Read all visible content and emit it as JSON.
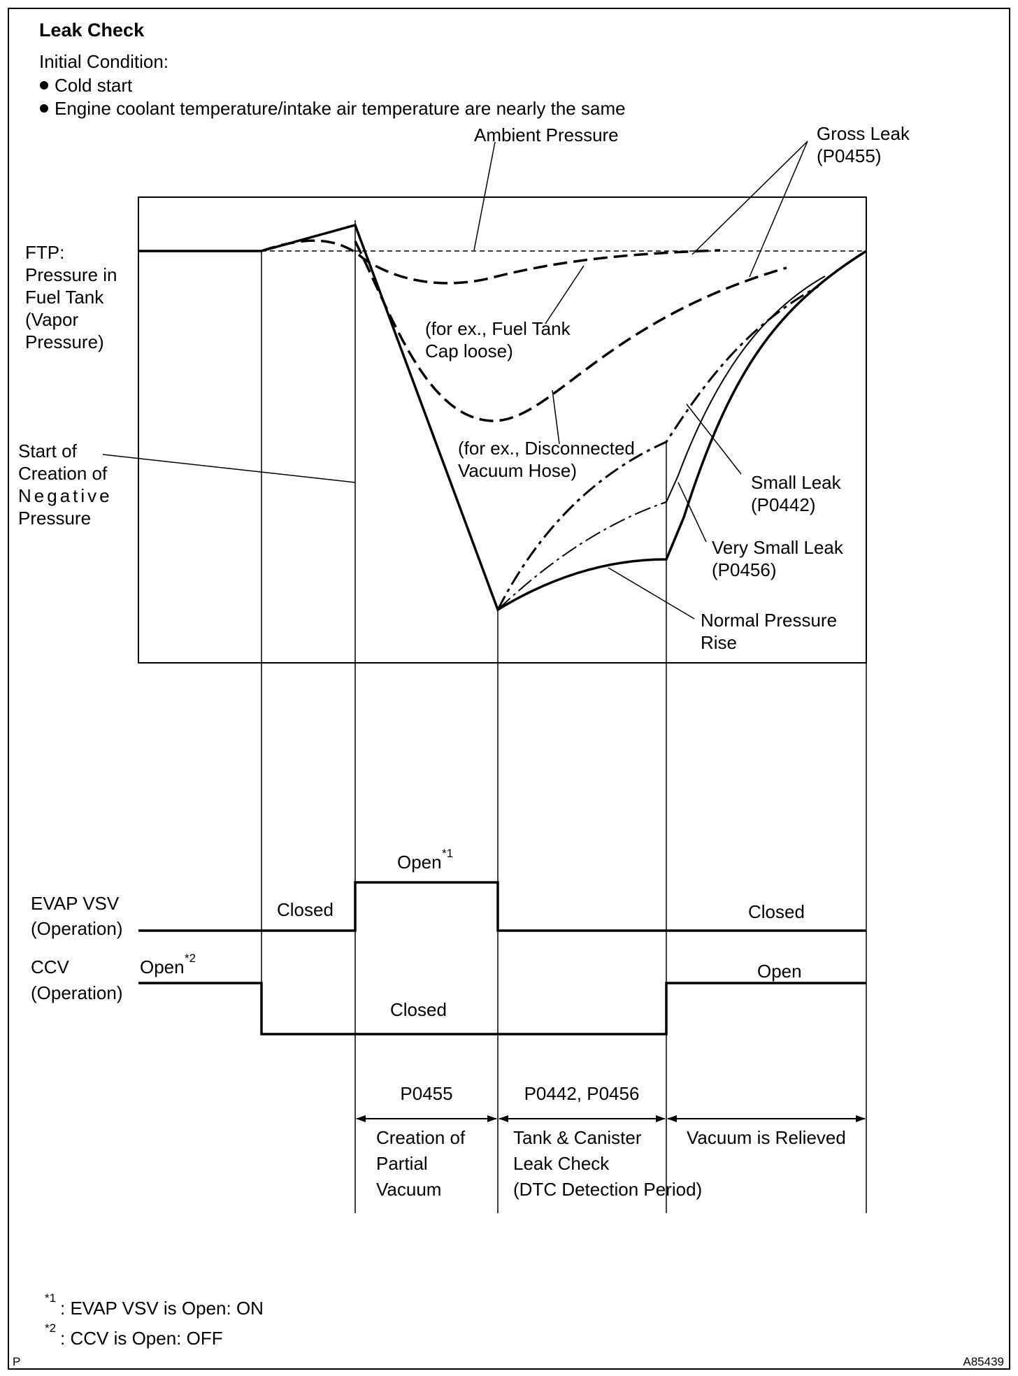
{
  "title": "Leak Check",
  "initial_condition": {
    "heading": "Initial Condition:",
    "bullets": [
      "Cold start",
      "Engine coolant temperature/intake air temperature are nearly the same"
    ]
  },
  "labels": {
    "ambient_pressure": "Ambient Pressure",
    "gross_leak": [
      "Gross Leak",
      "(P0455)"
    ],
    "ftp": [
      "FTP:",
      "Pressure  in",
      "Fuel Tank",
      "(Vapor",
      "Pressure)"
    ],
    "fuel_cap": [
      "(for  ex.,  Fuel  Tank",
      "Cap loose)"
    ],
    "vacuum_hose": [
      "(for ex., Disconnected",
      "Vacuum Hose)"
    ],
    "start_negative": [
      "Start of",
      "Creation of",
      "Negative",
      "Pressure"
    ],
    "small_leak": [
      "Small Leak",
      "(P0442)"
    ],
    "very_small_leak": [
      "Very Small Leak",
      "(P0456)"
    ],
    "normal_rise": [
      "Normal Pressure",
      "Rise"
    ]
  },
  "signals": {
    "evap_label": [
      "EVAP VSV",
      "(Operation)"
    ],
    "evap_closed_left": "Closed",
    "evap_open": "Open",
    "evap_open_mark": "*1",
    "evap_closed_right": "Closed",
    "ccv_label": [
      "CCV",
      "(Operation)"
    ],
    "ccv_open_left": "Open",
    "ccv_open_mark": "*2",
    "ccv_closed": "Closed",
    "ccv_open_right": "Open"
  },
  "periods": {
    "p1_code": "P0455",
    "p2_code": "P0442, P0456",
    "p1_desc": [
      "Creation of",
      "Partial",
      "Vacuum"
    ],
    "p2_desc": [
      "Tank & Canister",
      "Leak Check",
      "(DTC Detection Period)"
    ],
    "p3_desc": [
      "Vacuum is Relieved"
    ]
  },
  "footnotes": {
    "n1_mark": "*1",
    "n1_text": ": EVAP VSV is Open: ON",
    "n2_mark": "*2",
    "n2_text": ": CCV is Open: OFF"
  },
  "corner_left": "P",
  "figure_code": "A85439"
}
